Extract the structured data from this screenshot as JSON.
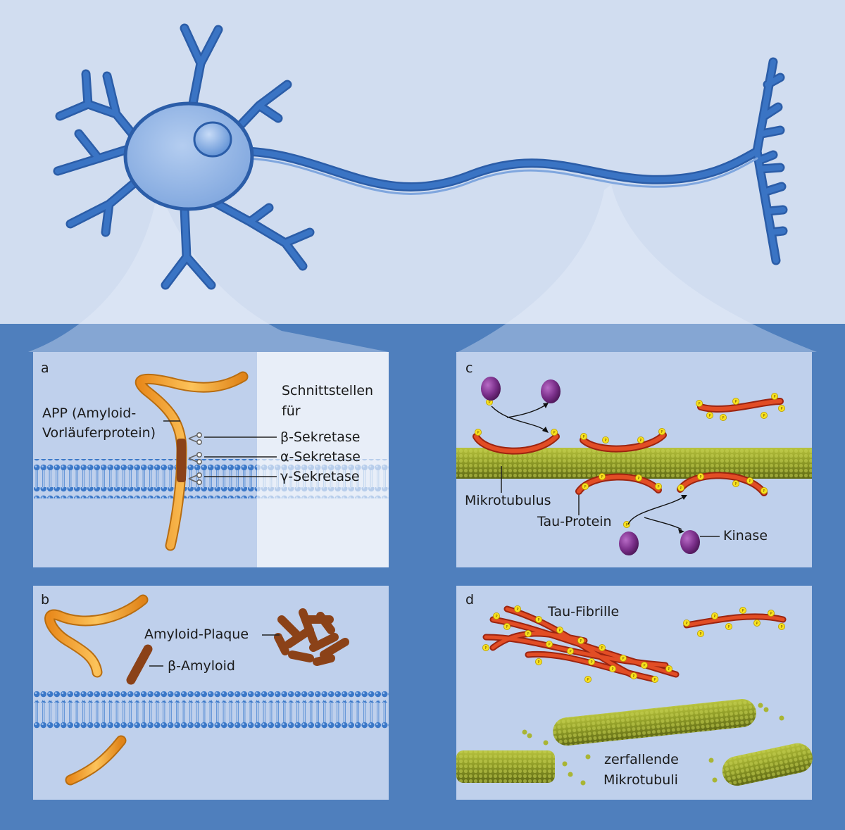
{
  "panels": {
    "a": {
      "letter": "a",
      "app_line1": "APP (Amyloid-",
      "app_line2": "Vorläuferprotein)",
      "cut_line1": "Schnittstellen",
      "cut_line2": "für",
      "beta_secretase": "β-Sekretase",
      "alpha_secretase": "α-Sekretase",
      "gamma_secretase": "γ-Sekretase"
    },
    "b": {
      "letter": "b",
      "plaque": "Amyloid-Plaque",
      "beta_amyloid": "β-Amyloid"
    },
    "c": {
      "letter": "c",
      "microtubule": "Mikrotubulus",
      "tau": "Tau-Protein",
      "kinase": "Kinase"
    },
    "d": {
      "letter": "d",
      "fibril": "Tau-Fibrille",
      "decay_line1": "zerfallende",
      "decay_line2": "Mikrotubuli"
    }
  },
  "colors": {
    "background_top": "#d1ddf0",
    "background_bottom": "#4f7fbd",
    "neuron": "#3a74c4",
    "app": "#f0a032",
    "amyloid": "#8b4218",
    "tau": "#d63a1a",
    "phosphate": "#f7e01e",
    "kinase": "#7a2f8a",
    "microtubule": "#8c9a2a",
    "membrane": "#3b78c8"
  }
}
